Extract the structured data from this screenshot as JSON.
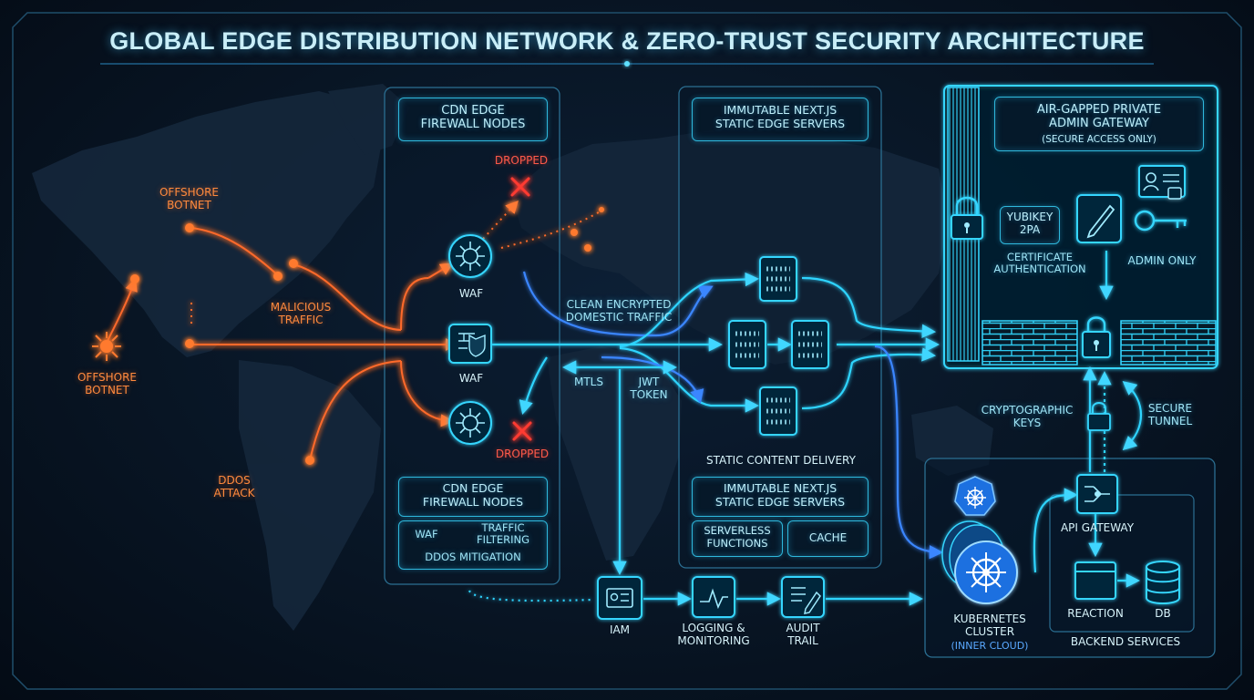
{
  "title": "GLOBAL EDGE DISTRIBUTION NETWORK & ZERO-TRUST SECURITY ARCHITECTURE",
  "colors": {
    "accent": "#2fd4ff",
    "threat": "#ff6a2a",
    "dropped": "#ff3b30",
    "panel_border": "#2fb8dc"
  },
  "threats": {
    "botnet_top": [
      "OFFSHORE",
      "BOTNET"
    ],
    "botnet_left": [
      "OFFSHORE",
      "BOTNET"
    ],
    "malicious": [
      "MALICIOUS",
      "TRAFFIC"
    ],
    "ddos": [
      "DDoS",
      "ATTACK"
    ],
    "dropped_top": "DROPPED",
    "dropped_bottom": "DROPPED"
  },
  "cdn_panel": {
    "header": [
      "CDN EDGE",
      "FIREWALL NODES"
    ],
    "nodes": [
      "WAF",
      "WAF"
    ],
    "footer_header": [
      "CDN EDGE",
      "FIREWALL NODES"
    ],
    "footer_waf": "WAF",
    "footer_filtering": [
      "TRAFFIC",
      "FILTERING"
    ],
    "footer_ddos": "DDoS MITIGATION"
  },
  "traffic": {
    "clean": [
      "CLEAN ENCRYPTED",
      "DOMESTIC TRAFFIC"
    ],
    "mtls": "MTLS",
    "jwt": [
      "JWT",
      "TOKEN"
    ]
  },
  "static_panel": {
    "header": [
      "IMMUTABLE NEXT.JS",
      "STATIC EDGE SERVERS"
    ],
    "delivery": "STATIC CONTENT DELIVERY",
    "footer_header": [
      "IMMUTABLE NEXT.JS",
      "STATIC EDGE SERVERS"
    ],
    "serverless": [
      "SERVERLESS",
      "FUNCTIONS"
    ],
    "cache": "CACHE"
  },
  "admin_panel": {
    "header": [
      "AIR-GAPPED PRIVATE",
      "ADMIN GATEWAY"
    ],
    "sub": "(SECURE ACCESS ONLY)",
    "yubikey": [
      "YUBIKEY",
      "2PA"
    ],
    "cert": [
      "CERTIFICATE",
      "AUTHENTICATION"
    ],
    "admin_only": "ADMIN ONLY"
  },
  "tunnel": {
    "keys": [
      "CRYPTOGRAPHIC",
      "KEYS"
    ],
    "secure": [
      "SECURE",
      "TUNNEL"
    ]
  },
  "cloud": {
    "kube": [
      "KUBERNETES",
      "CLUSTER"
    ],
    "inner": "(INNER CLOUD)",
    "api": "API GATEWAY",
    "reaction": "REACTION",
    "db": "DB",
    "backend": "BACKEND SERVICES"
  },
  "monitoring": {
    "iam": "IAM",
    "logging": [
      "LOGGING &",
      "MONITORING"
    ],
    "audit": [
      "AUDIT",
      "TRAIL"
    ]
  }
}
